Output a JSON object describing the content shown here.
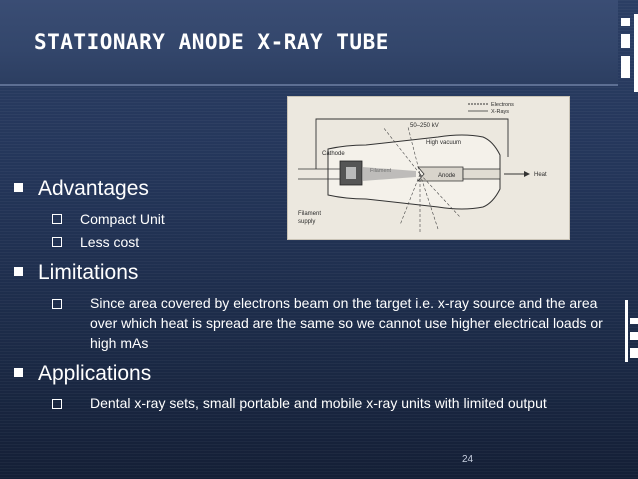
{
  "slide": {
    "title": "STATIONARY ANODE X-RAY TUBE",
    "page_number": "24"
  },
  "figure": {
    "labels": {
      "electrons": "Electrons",
      "xrays": "X-Rays",
      "voltage": "50–250 kV",
      "vacuum": "High vacuum",
      "cathode": "Cathode",
      "filament": "Filament",
      "anode": "Anode",
      "heat": "Heat",
      "filament_supply_1": "Filament",
      "filament_supply_2": "supply"
    }
  },
  "advantages": {
    "heading": "Advantages",
    "items": [
      "Compact Unit",
      "Less cost"
    ]
  },
  "limitations": {
    "heading": "Limitations",
    "items": [
      "Since area covered by electrons beam on the target i.e. x-ray source and the area over which heat is spread are the same so we cannot use higher electrical loads or high mAs"
    ]
  },
  "applications": {
    "heading": "Applications",
    "items": [
      "Dental x-ray sets, small portable and mobile x-ray units with limited output"
    ]
  }
}
